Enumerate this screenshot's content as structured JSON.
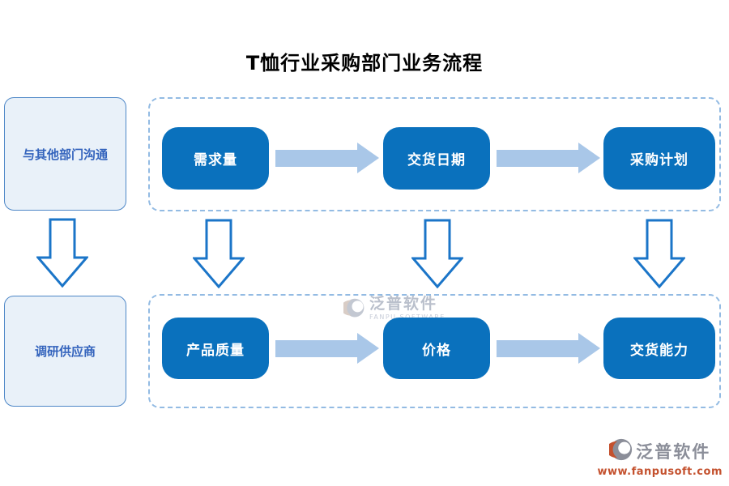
{
  "title": "T恤行业采购部门业务流程",
  "left_flow": {
    "step1_label": "与其他部门沟通",
    "step2_label": "调研供应商"
  },
  "top_flow": {
    "steps": [
      {
        "label": "需求量"
      },
      {
        "label": "交货日期"
      },
      {
        "label": "采购计划"
      }
    ]
  },
  "bottom_flow": {
    "steps": [
      {
        "label": "产品质量"
      },
      {
        "label": "价格"
      },
      {
        "label": "交货能力"
      }
    ]
  },
  "watermark": {
    "brand": "泛普软件",
    "subtext": "FANPU SOFTWARE"
  },
  "footer": {
    "brand": "泛普软件",
    "url": "www.fanpusoft.com"
  },
  "colors": {
    "node_blue": "#0a71bd",
    "arrow_light_blue": "#a9c7e8",
    "outline_arrow_blue": "#1b75c8",
    "dashed_border": "#93bbe3",
    "side_box_fill": "#e9f1f9",
    "side_box_border": "#4e87c7",
    "side_box_text": "#3464bd",
    "brand_gray": "#8b8e99",
    "url_orange": "#c4512e"
  }
}
